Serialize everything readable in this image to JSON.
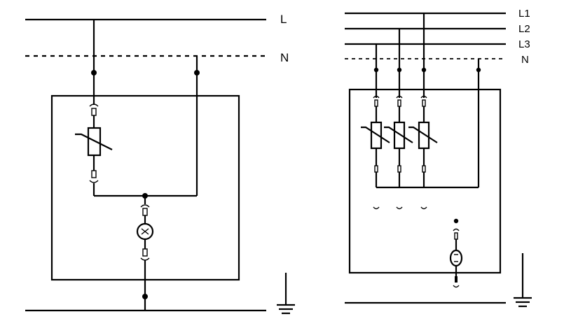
{
  "left_diagram": {
    "line_label": "L",
    "neutral_label": "N"
  },
  "right_diagram": {
    "line_labels": [
      "L1",
      "L2",
      "L3"
    ],
    "neutral_label": "N"
  }
}
